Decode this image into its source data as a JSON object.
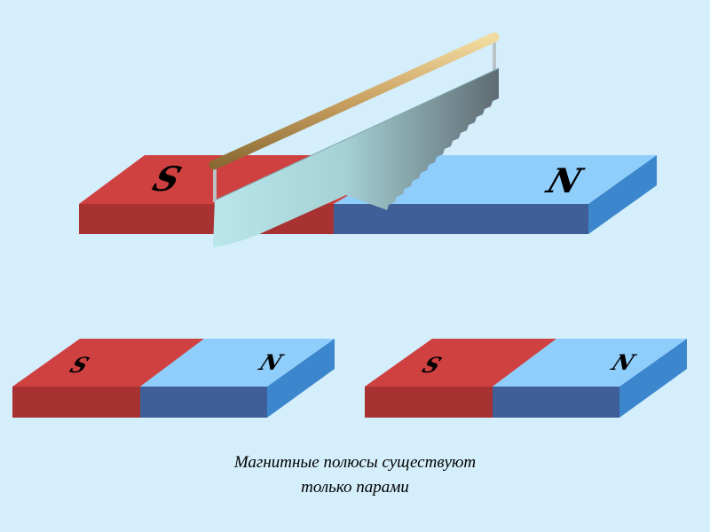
{
  "magnets": {
    "whole": {
      "south_label": "S",
      "north_label": "N"
    },
    "left_piece": {
      "south_label": "S",
      "north_label": "N"
    },
    "right_piece": {
      "south_label": "S",
      "north_label": "N"
    }
  },
  "colors": {
    "south_top": "#cf4040",
    "south_front": "#a83232",
    "north_top": "#8fcdfb",
    "north_front": "#405e97",
    "north_side": "#3b86cc",
    "background": "#d4eefb",
    "saw_handle": "#c9a060"
  },
  "caption": {
    "line1": "Магнитные полюсы существуют",
    "line2": "только парами"
  }
}
